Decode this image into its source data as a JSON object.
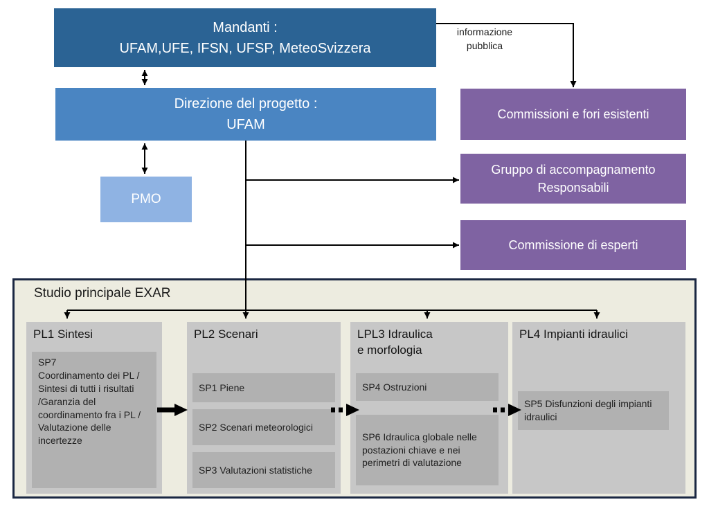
{
  "org": {
    "mandanti_line1": "Mandanti :",
    "mandanti_line2": "UFAM,UFE, IFSN, UFSP, MeteoSvizzera",
    "direzione_line1": "Direzione del progetto :",
    "direzione_line2": "UFAM",
    "pmo": "PMO",
    "commissioni": "Commissioni e fori esistenti",
    "gruppo": "Gruppo di accompagnamento\nResponsabili",
    "esperti": "Commissione di esperti",
    "info_line1": "informazione",
    "info_line2": "pubblica"
  },
  "studio": {
    "title": "Studio principale EXAR",
    "columns": [
      {
        "title": "PL1 Sintesi",
        "items": [
          "SP7\nCoordinamento dei PL / Sintesi di tutti i risultati /Garanzia del coordinamento fra i PL / Valutazione delle incertezze"
        ]
      },
      {
        "title": "PL2 Scenari",
        "items": [
          "SP1 Piene",
          "SP2 Scenari meteorologici",
          "SP3 Valutazioni statistiche"
        ]
      },
      {
        "title": "LPL3 Idraulica\ne morfologia",
        "items": [
          "SP4 Ostruzioni",
          "SP6 Idraulica globale nelle postazioni chiave e nei perimetri di valutazione"
        ]
      },
      {
        "title": "PL4 Impianti idraulici",
        "items": [
          "SP5 Disfunzioni degli impianti idraulici"
        ]
      }
    ]
  },
  "colors": {
    "mandanti_bg": "#2b6394",
    "direzione_bg": "#4a85c2",
    "pmo_bg": "#8fb3e3",
    "purple_bg": "#7f63a2",
    "studio_bg": "#edece0",
    "studio_border": "#1a2742",
    "column_bg": "#c7c7c7",
    "item_bg": "#b1b1b1",
    "line_color": "#000000"
  }
}
